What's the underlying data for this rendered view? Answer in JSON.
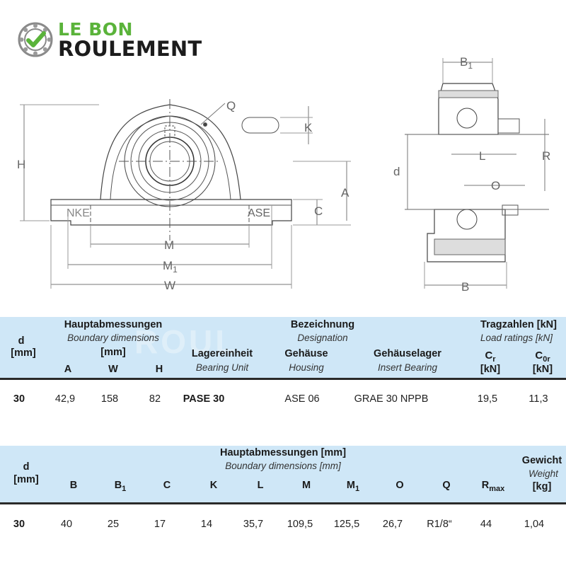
{
  "logo": {
    "line1": "LE BON",
    "line2": "ROULEMENT"
  },
  "drawing": {
    "front_labels": {
      "H": "H",
      "Q": "Q",
      "K": "K",
      "A": "A",
      "C": "C",
      "M": "M",
      "M1": "M",
      "M1_sub": "1",
      "W": "W",
      "brand_left": "NKE",
      "brand_right": "ASE"
    },
    "side_labels": {
      "B1": "B",
      "B1_sub": "1",
      "L": "L",
      "R": "R",
      "d": "d",
      "O": "O",
      "B": "B"
    }
  },
  "table1": {
    "col_d": {
      "label": "d",
      "unit": "[mm]"
    },
    "group_main": {
      "de": "Hauptabmessungen",
      "en": "Boundary dimensions",
      "unit": "[mm]"
    },
    "col_A": "A",
    "col_W": "W",
    "col_H": "H",
    "group_designation": {
      "de": "Bezeichnung",
      "en": "Designation"
    },
    "col_unit": {
      "de": "Lagereinheit",
      "en": "Bearing Unit"
    },
    "col_housing": {
      "de": "Gehäuse",
      "en": "Housing"
    },
    "col_insert": {
      "de": "Gehäuselager",
      "en": "Insert Bearing"
    },
    "group_load": {
      "de": "Tragzahlen [kN]",
      "en": "Load ratings [kN]"
    },
    "col_Cr": {
      "main": "C",
      "sub": "r",
      "unit": "[kN]"
    },
    "col_C0r": {
      "main": "C",
      "sub": "0r",
      "unit": "[kN]"
    },
    "row": {
      "d": "30",
      "A": "42,9",
      "W": "158",
      "H": "82",
      "unit": "PASE 30",
      "housing": "ASE 06",
      "insert": "GRAE 30 NPPB",
      "Cr": "19,5",
      "C0r": "11,3"
    }
  },
  "table2": {
    "col_d": {
      "label": "d",
      "unit": "[mm]"
    },
    "group_main": {
      "de": "Hauptabmessungen [mm]",
      "en": "Boundary dimensions [mm]"
    },
    "group_weight": {
      "de": "Gewicht",
      "en": "Weight",
      "unit": "[kg]"
    },
    "cols": {
      "B": "B",
      "B1": "B",
      "B1_sub": "1",
      "C": "C",
      "K": "K",
      "L": "L",
      "M": "M",
      "M1": "M",
      "M1_sub": "1",
      "O": "O",
      "Q": "Q",
      "Rmax": "R",
      "Rmax_sub": "max"
    },
    "row": {
      "d": "30",
      "B": "40",
      "B1": "25",
      "C": "17",
      "K": "14",
      "L": "35,7",
      "M": "109,5",
      "M1": "125,5",
      "O": "26,7",
      "Q": "R1/8“",
      "Rmax": "44",
      "weight": "1,04"
    }
  }
}
